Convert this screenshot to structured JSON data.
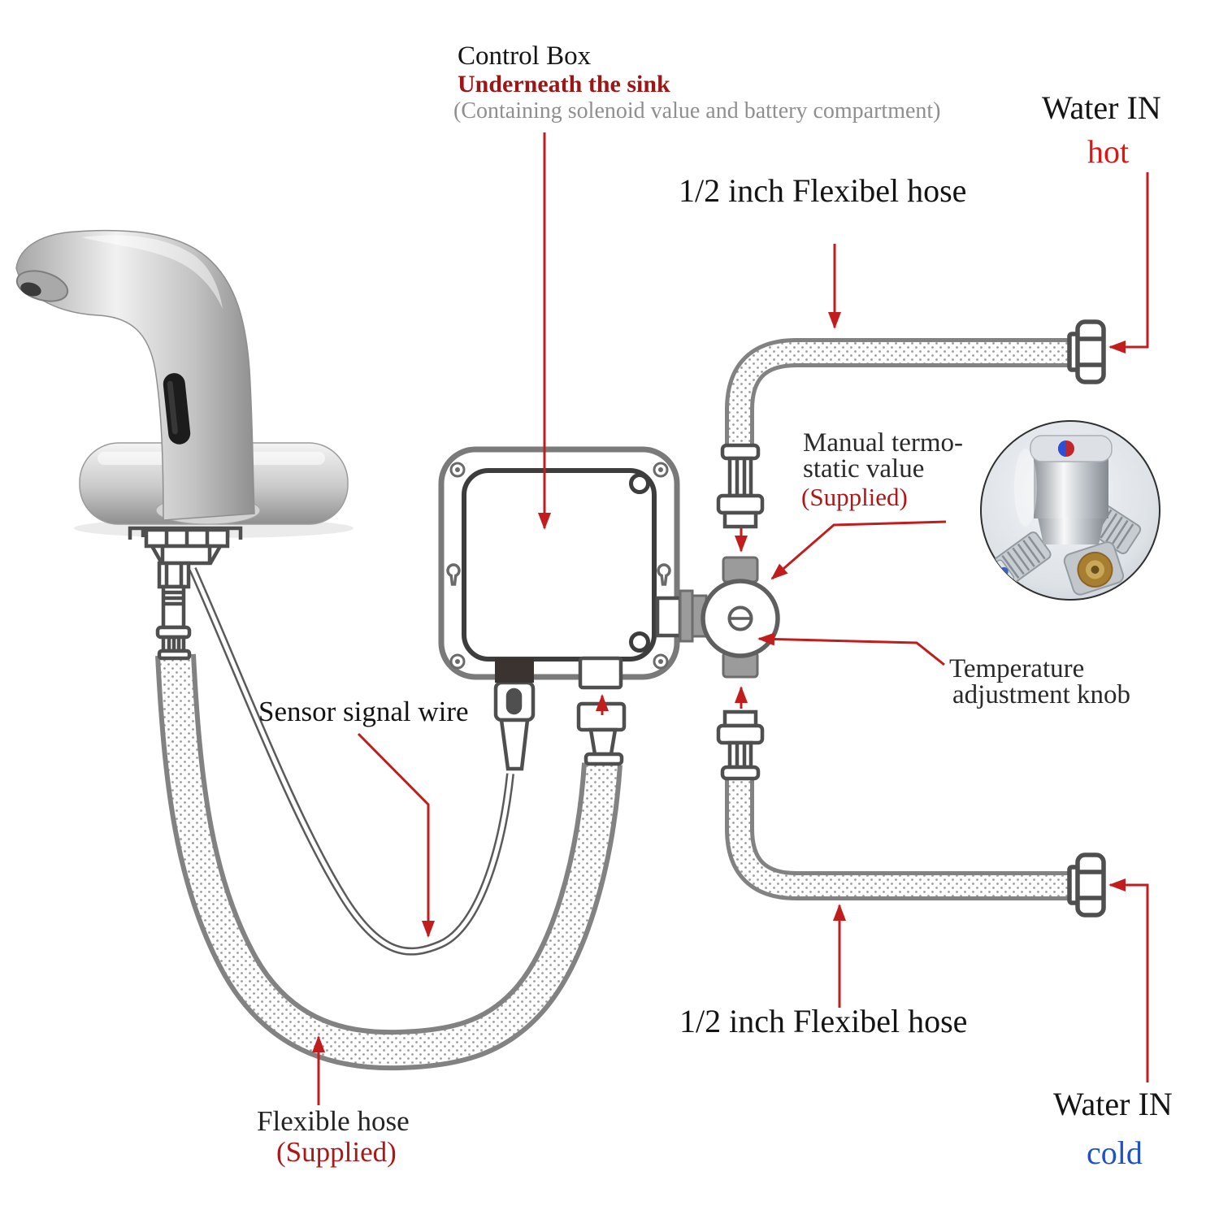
{
  "title_block": {
    "title": "Control Box",
    "subtitle": "Underneath the sink",
    "note": "(Containing solenoid value and battery compartment)"
  },
  "labels": {
    "hose_top": "1/2 inch Flexibel hose",
    "water_in_top": "Water IN",
    "water_in_top_temp": "hot",
    "thermo_line1": "Manual termo-",
    "thermo_line2": "static value",
    "thermo_line3": "(Supplied)",
    "knob_line1": "Temperature",
    "knob_line2": "adjustment knob",
    "sensor_wire": "Sensor signal wire",
    "hose_bottom": "1/2 inch Flexibel hose",
    "water_in_bottom": "Water IN",
    "water_in_bottom_temp": "cold",
    "flex_line1": "Flexible hose",
    "flex_line2": "(Supplied)"
  },
  "colors": {
    "leader_red": "#c21d1d",
    "subtitle_dark_red": "#9c1616",
    "hot_red": "#e11414",
    "cold_blue": "#1d52c9",
    "supplied_red": "#ad1717",
    "note_gray": "#8f8f8f",
    "text_black": "#141414",
    "lineart_gray": "#4f4f4f",
    "fitting_gray": "#9b9b9b"
  }
}
